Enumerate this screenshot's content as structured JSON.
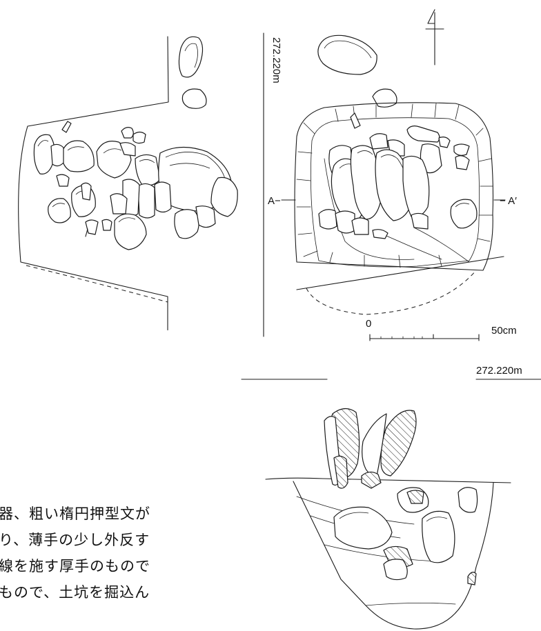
{
  "elevation_top_label": "272.220m",
  "section_a_left": "A−",
  "section_a_right": "− A′",
  "scale_zero": "0",
  "scale_fifty": "50cm",
  "elevation_section_label": "272.220m",
  "body_text": [
    "器、粗い楕円押型文が",
    "り、薄手の少し外反す",
    "線を施す厚手のもので",
    "もので、土坑を掘込ん"
  ]
}
